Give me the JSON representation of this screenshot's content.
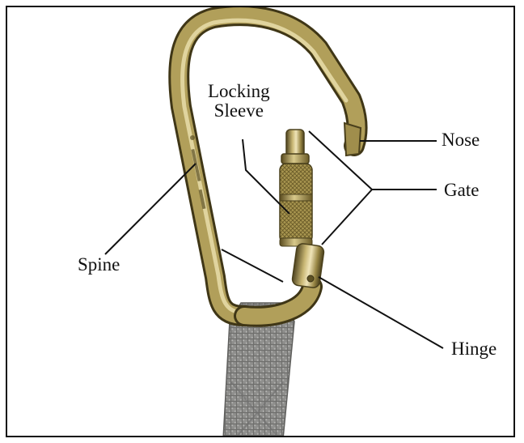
{
  "labels": {
    "locking_sleeve": [
      "Locking",
      "Sleeve"
    ],
    "nose": "Nose",
    "gate": "Gate",
    "spine": "Spine",
    "hinge": "Hinge"
  },
  "colors": {
    "frame_border": "#111111",
    "leader_line": "#111111",
    "metal_dark": "#5e5224",
    "metal_mid": "#a8964f",
    "metal_light": "#e2d6a2",
    "webbing": "#8c8c8a"
  }
}
